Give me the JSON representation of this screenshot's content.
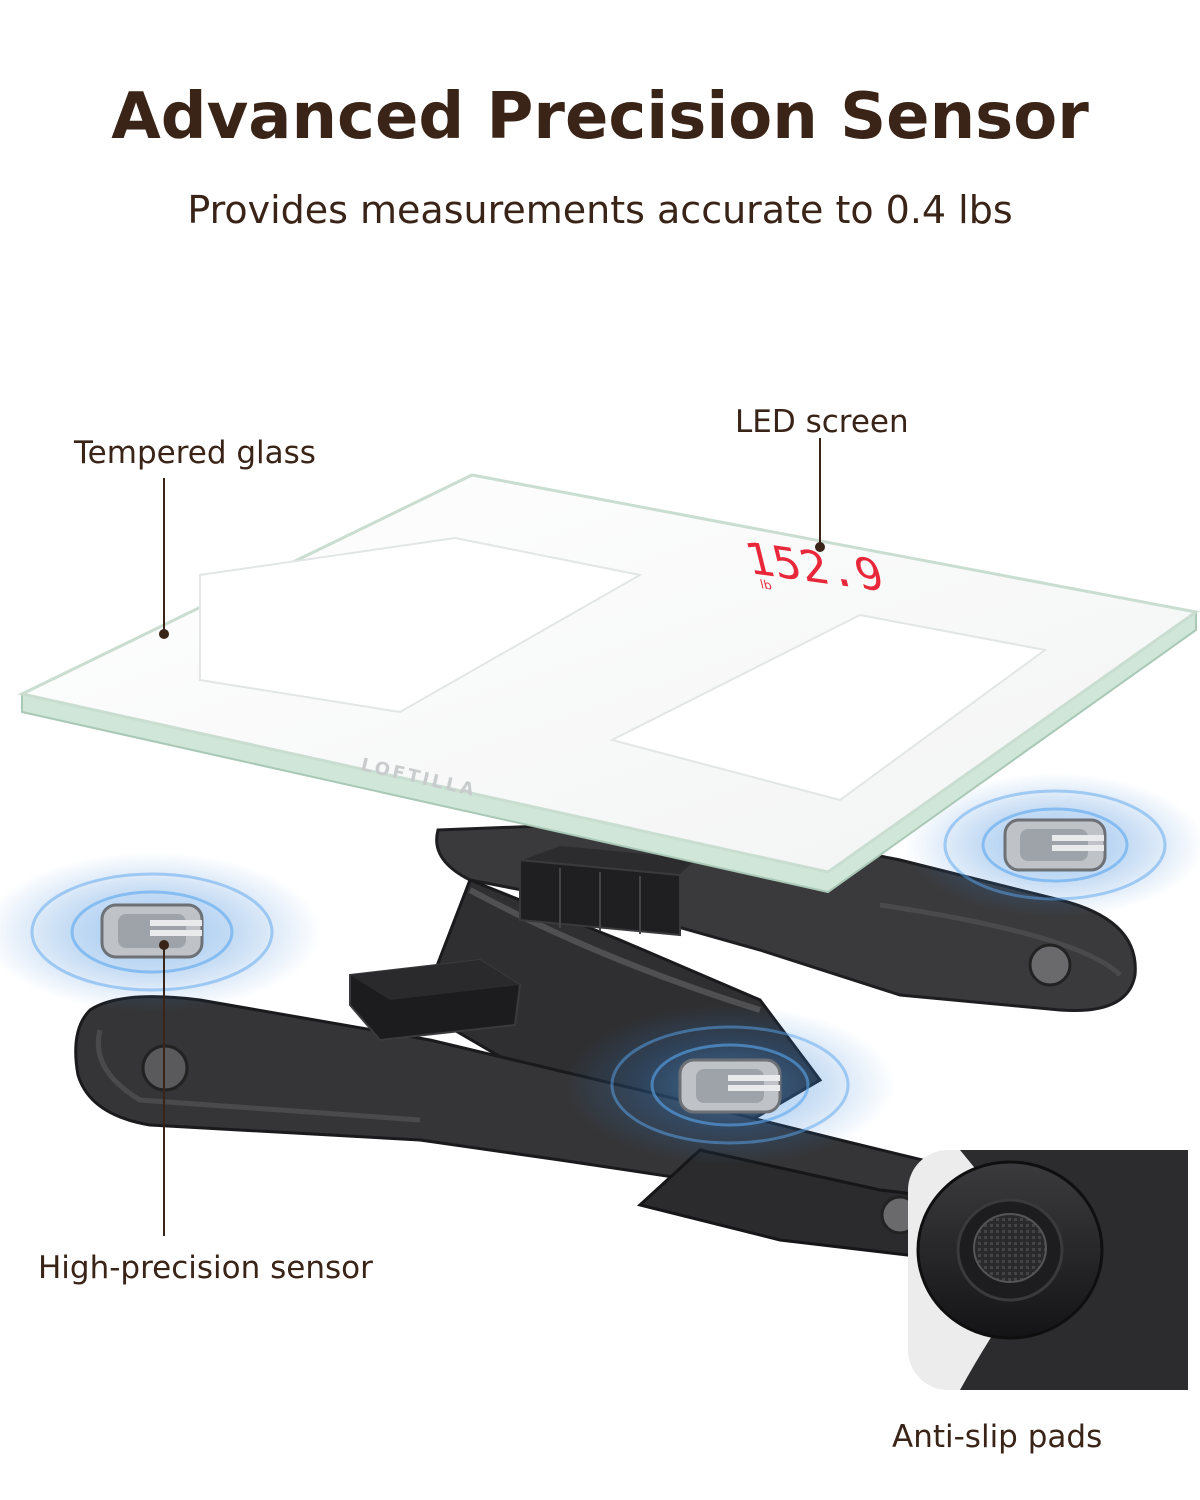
{
  "header": {
    "title": "Advanced Precision Sensor",
    "subtitle": "Provides measurements accurate to 0.4 lbs"
  },
  "callouts": {
    "tempered_glass": "Tempered glass",
    "led_screen": "LED screen",
    "high_precision_sensor": "High-precision sensor",
    "anti_slip_pads": "Anti-slip pads"
  },
  "display": {
    "reading": "152.9",
    "unit": "lb"
  },
  "brand": {
    "logo_text": "LOFTILLA"
  },
  "colors": {
    "text": "#3a2418",
    "led": "#e8283a",
    "glass_edge": "#cfe6d8",
    "base": "#2f2f31",
    "sensor_glow": "#2f7fd6"
  },
  "icons": {
    "sensor": "load-cell-sensor-icon",
    "pad": "anti-slip-pad-icon"
  }
}
